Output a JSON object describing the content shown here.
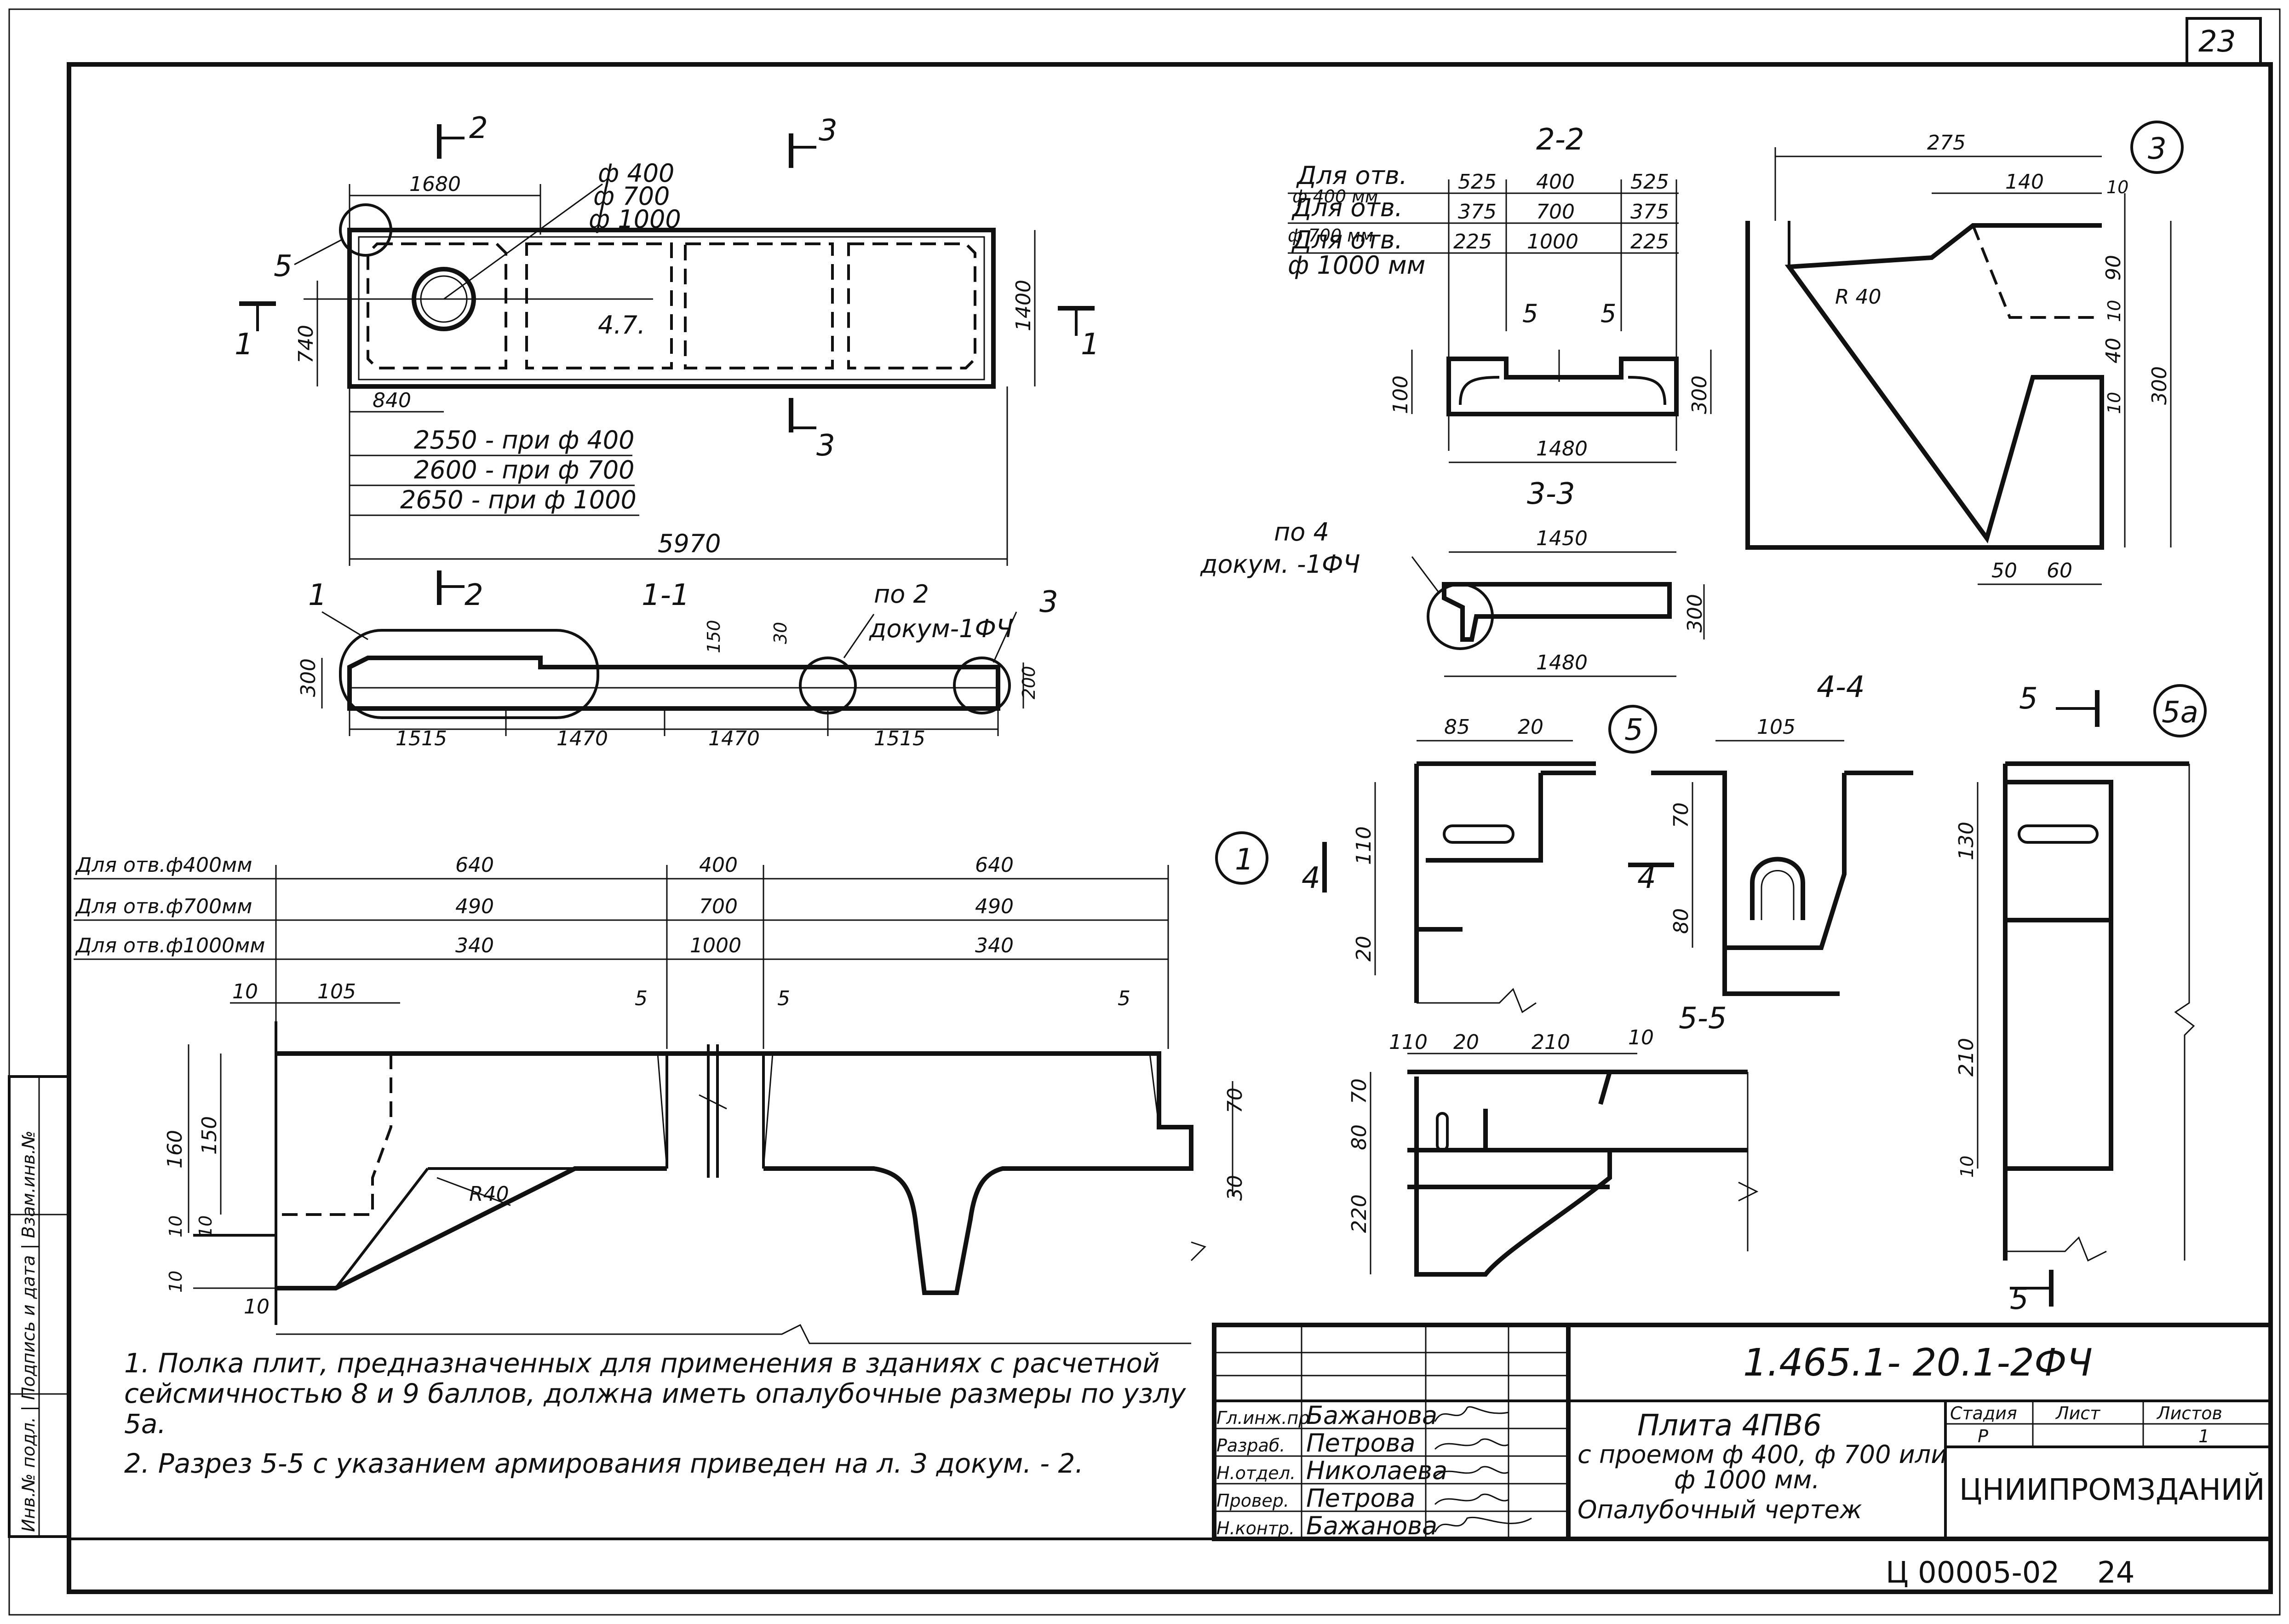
{
  "sheet": {
    "page_no_top": "23",
    "page_no_bottom": "24",
    "drawing_id": "Ц 00005-02"
  },
  "plan": {
    "section_marks": [
      "2",
      "2",
      "3",
      "3",
      "1",
      "1"
    ],
    "callout_5": "5",
    "hole_labels": [
      "ф 400",
      "ф 700",
      "ф 1000"
    ],
    "mark_47": "4.7.",
    "dim_1680": "1680",
    "dim_740": "740",
    "dim_1400": "1400",
    "dim_840": "840",
    "dims_hole_pos": [
      "2550 - при ф 400",
      "2600 - при ф 700",
      "2650 - при ф 1000"
    ],
    "dim_5970": "5970"
  },
  "section_1_1": {
    "title": "1-1",
    "callouts": [
      "1",
      "3"
    ],
    "note": [
      "по 2",
      "докум-1ФЧ"
    ],
    "dims": [
      "1515",
      "1470",
      "1470",
      "1515"
    ],
    "dim_300": "300",
    "dim_150": "150",
    "dim_30": "30",
    "dim_200": "200"
  },
  "section_2_2": {
    "title": "2-2",
    "rows": [
      {
        "label": [
          "Для отв.",
          "ф 400 мм"
        ],
        "a": "525",
        "b": "400",
        "c": "525"
      },
      {
        "label": [
          "Для отв.",
          "ф 700 мм"
        ],
        "a": "375",
        "b": "700",
        "c": "375"
      },
      {
        "label": [
          "Для отв.",
          "ф 1000 мм"
        ],
        "a": "225",
        "b": "1000",
        "c": "225"
      }
    ],
    "dim_5a": "5",
    "dim_5b": "5",
    "dim_100": "100",
    "dim_300": "300",
    "dim_1480": "1480"
  },
  "section_3_3": {
    "title": "3-3",
    "note": [
      "по 4",
      "докум. -1ФЧ"
    ],
    "dim_1450": "1450",
    "dim_300": "300",
    "dim_1480": "1480"
  },
  "node_3": {
    "number": "3",
    "dims": [
      "275",
      "140",
      "10",
      "90",
      "10",
      "40",
      "10",
      "300",
      "50",
      "60"
    ],
    "radius": "R 40"
  },
  "node_1": {
    "number": "1",
    "rows": [
      {
        "label": "Для отв.ф400мм",
        "a": "640",
        "b": "400",
        "c": "640"
      },
      {
        "label": "Для отв.ф700мм",
        "a": "490",
        "b": "700",
        "c": "490"
      },
      {
        "label": "Для отв.ф1000мм",
        "a": "340",
        "b": "1000",
        "c": "340"
      }
    ],
    "dims": [
      "10",
      "105",
      "5",
      "5",
      "5",
      "160",
      "150",
      "10",
      "10",
      "10",
      "10",
      "70",
      "30"
    ],
    "radius": "R40"
  },
  "node_5": {
    "number": "5",
    "dims": [
      "85",
      "20",
      "110",
      "20"
    ],
    "section_mark": "4"
  },
  "section_4_4": {
    "title": "4-4",
    "dims": [
      "105",
      "70",
      "80"
    ]
  },
  "section_5_5": {
    "title": "5-5",
    "dims": [
      "110",
      "20",
      "210",
      "10",
      "70",
      "80",
      "220"
    ]
  },
  "node_5a": {
    "number": "5а",
    "section_mark": "5",
    "dims": [
      "130",
      "210",
      "10"
    ]
  },
  "notes": [
    "1. Полка плит, предназначенных для применения в зданиях с расчетной сейсмичностью 8 и 9 баллов, должна иметь опалубочные размеры по узлу 5а.",
    "2. Разрез 5-5 с указанием армирования приведен на л. 3 докум. - 2."
  ],
  "title_block": {
    "code": "1.465.1- 20.1-2ФЧ",
    "name": [
      "Плита 4ПВ6",
      "с проемом ф 400, ф 700 или",
      "ф 1000 мм.",
      "Опалубочный чертеж"
    ],
    "stage_header": "Стадия",
    "sheet_header": "Лист",
    "sheets_header": "Листов",
    "stage": "Р",
    "sheet": "",
    "sheets": "1",
    "org": "ЦНИИПРОМЗДАНИЙ",
    "roles": [
      "Гл.инж.пр.",
      "Разраб.",
      "Н.отдел.",
      "Провер.",
      "Н.контр."
    ],
    "names": [
      "Бажанова",
      "Петрова",
      "Николаева",
      "Петрова",
      "Бажанова"
    ]
  },
  "stamp": {
    "text": "Инв.№ подл. | Подпись и дата | Взам.инв.№"
  }
}
